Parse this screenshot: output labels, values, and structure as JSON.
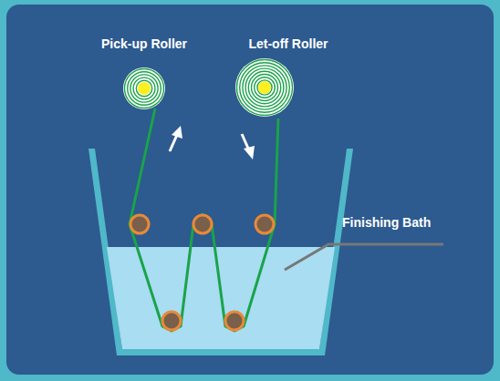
{
  "diagram": {
    "labels": [
      "Pick-up Roller",
      "Let-off Roller",
      "Finishing Bath"
    ]
  }
}
